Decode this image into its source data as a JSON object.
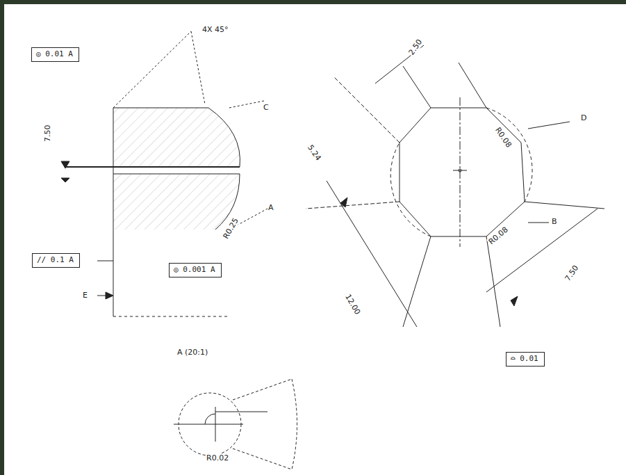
{
  "diagram": {
    "nodes": [
      {
        "text": [
          "◎ 0.01 A"
        ]
      },
      {
        "text": [
          "// 0.1 A"
        ]
      },
      {
        "text": [
          "◎ 0.001 A"
        ]
      },
      {
        "text": [
          "⌓ 0.01"
        ]
      }
    ],
    "labels": [
      "4X 45°",
      "C",
      "A",
      "E",
      "7.50",
      "R0.25",
      "A (20:1)",
      "R0.02",
      "D",
      "B",
      "R0.08",
      "R0.08",
      "5.24",
      "12.00",
      "7.50",
      "2.50"
    ]
  }
}
